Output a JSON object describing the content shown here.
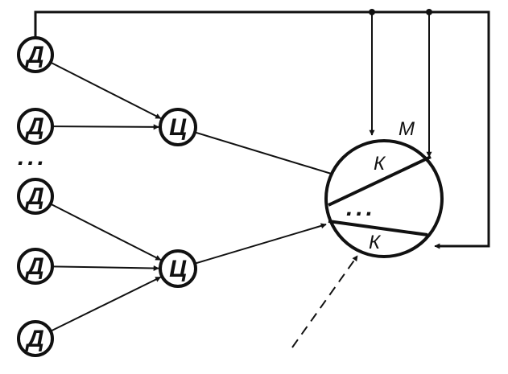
{
  "sensor_label": "Д",
  "center_label": "Ц",
  "memory_label": "М",
  "cell_label": "К",
  "ellipsis": "...",
  "sensors": [
    {
      "id": "d1"
    },
    {
      "id": "d2"
    },
    {
      "id": "d3"
    },
    {
      "id": "d4"
    },
    {
      "id": "d5"
    }
  ],
  "centers": [
    {
      "id": "c1"
    },
    {
      "id": "c2"
    }
  ],
  "connections": [
    {
      "from": "d1",
      "to": "c1"
    },
    {
      "from": "d2",
      "to": "c1"
    },
    {
      "from": "d3",
      "to": "c2"
    },
    {
      "from": "d4",
      "to": "c2"
    },
    {
      "from": "d5",
      "to": "c2"
    },
    {
      "from": "c1",
      "to": "m"
    },
    {
      "from": "c2",
      "to": "m"
    }
  ],
  "colors": {
    "ink": "#111111",
    "background": "#ffffff"
  }
}
